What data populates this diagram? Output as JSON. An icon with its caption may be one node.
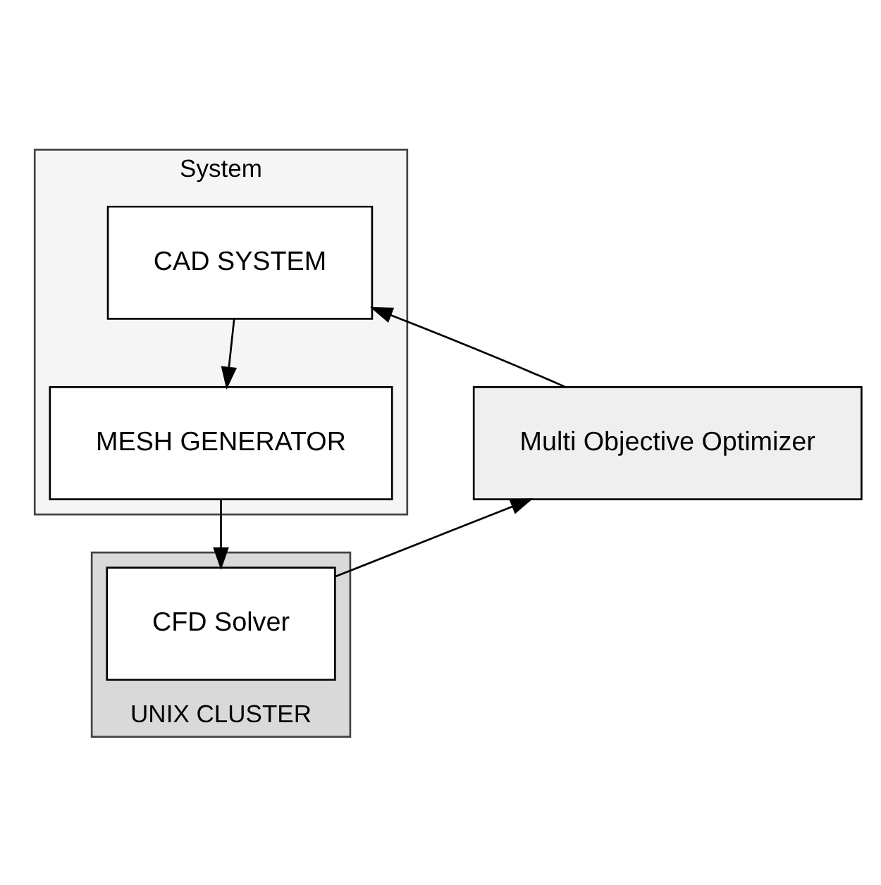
{
  "diagram": {
    "nodes": [
      {
        "text": [
          "System"
        ]
      },
      {
        "text": [
          "CAD SYSTEM"
        ],
        "in": 0
      },
      {
        "text": [
          "MESH GENERATOR"
        ],
        "in": 0
      },
      {
        "text": [
          "UNIX CLUSTER"
        ]
      },
      {
        "text": [
          "CFD Solver"
        ],
        "in": 3
      },
      {
        "text": [
          "Multi Objective Optimizer"
        ]
      }
    ],
    "edges": [
      {
        "from": 5,
        "to": 1,
        "arrow": "to"
      },
      {
        "from": 1,
        "to": 2,
        "arrow": "to"
      },
      {
        "from": 2,
        "to": 4,
        "arrow": "to"
      },
      {
        "from": 4,
        "to": 5,
        "arrow": "to"
      }
    ]
  }
}
